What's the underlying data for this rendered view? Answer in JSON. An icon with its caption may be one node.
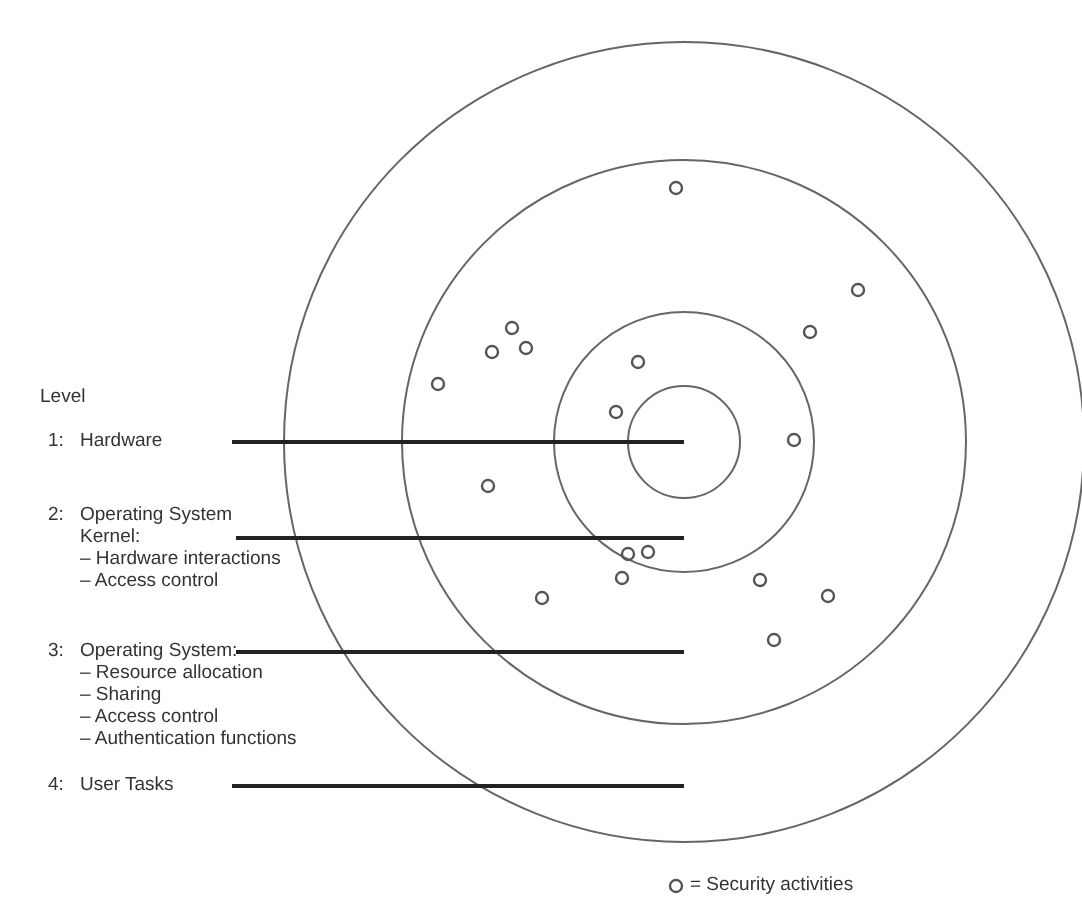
{
  "diagram": {
    "nodes": [
      {
        "text": [
          "1:",
          "Hardware"
        ]
      },
      {
        "text": [
          "2:",
          "Operating System Kernel:",
          "– Hardware interactions",
          "– Access control"
        ]
      },
      {
        "text": [
          "3:",
          "Operating System:",
          "– Resource allocation",
          "– Sharing",
          "– Access control",
          "– Authentication functions"
        ]
      },
      {
        "text": [
          "4:",
          "User Tasks"
        ]
      }
    ],
    "edges": [
      {
        "from": 0,
        "to": null,
        "arrow": "none"
      },
      {
        "from": 1,
        "to": null,
        "arrow": "none"
      },
      {
        "from": 2,
        "to": null,
        "arrow": "none"
      },
      {
        "from": 3,
        "to": null,
        "arrow": "none"
      }
    ],
    "labels": [
      "Level"
    ],
    "legend": [
      {
        "text": "= Security activities"
      }
    ]
  }
}
